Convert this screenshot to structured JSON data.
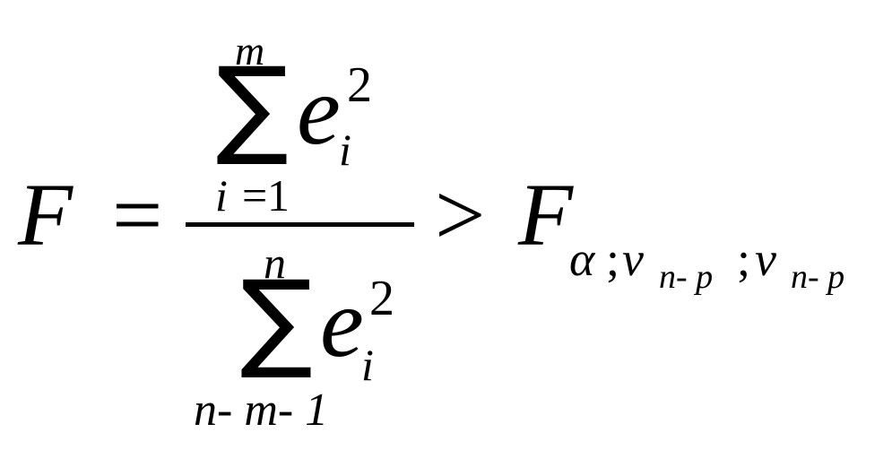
{
  "formula": {
    "lhs": "F",
    "equals": "=",
    "numerator": {
      "upper_limit": "m",
      "sum_symbol": "∑",
      "term": "e",
      "exponent": "2",
      "subscript": "i",
      "lower_limit_var": "i",
      "lower_limit_eq": "=",
      "lower_limit_val": "1"
    },
    "denominator": {
      "upper_limit": "n",
      "sum_symbol": "∑",
      "term": "e",
      "exponent": "2",
      "subscript": "i",
      "lower_limit": "n- m- 1"
    },
    "relation": ">",
    "rhs": "F",
    "rhs_subscript": {
      "alpha": "α",
      "sep1": ";",
      "nu1": "ν",
      "nu1_sub": "n- p",
      "sep2": ";",
      "nu2": "ν",
      "nu2_sub": "n- p"
    }
  }
}
